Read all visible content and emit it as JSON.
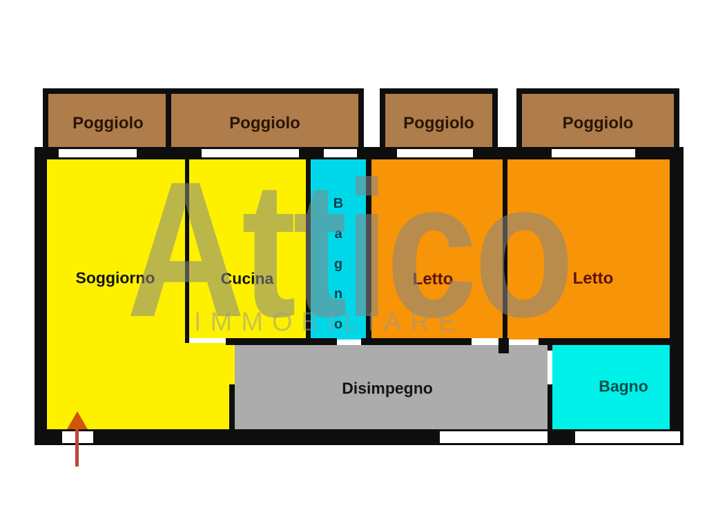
{
  "watermark": {
    "brand": "Attico",
    "subtitle": "IMMOBILIARE"
  },
  "balconies": [
    {
      "label": "Poggiolo"
    },
    {
      "label": "Poggiolo"
    },
    {
      "label": "Poggiolo"
    },
    {
      "label": "Poggiolo"
    }
  ],
  "rooms": {
    "soggiorno": {
      "label": "Soggiorno"
    },
    "cucina": {
      "label": "Cucina"
    },
    "bagno_corridoio": {
      "letters": [
        "B",
        "a",
        "g",
        "n",
        "o"
      ]
    },
    "letto_1": {
      "label": "Letto"
    },
    "letto_2": {
      "label": "Letto"
    },
    "disimpegno": {
      "label": "Disimpegno"
    },
    "bagno": {
      "label": "Bagno"
    }
  },
  "palette": {
    "wall": "#0e0e0e",
    "balcony_fill": "#ae7d4b",
    "living_fill": "#fdf100",
    "corridor_bath_fill": "#00d8ea",
    "bath_fill": "#00f0ea",
    "bedroom_fill": "#f79408",
    "hallway_fill": "#acacac",
    "balcony_label": "#2b1504",
    "room_label": "#151515",
    "bedroom_label": "#5b140c",
    "bath_label": "#0b4f48",
    "bath_letters": "#123f47",
    "arrow_head": "#d3540a",
    "arrow_shaft": "#bf4433",
    "watermark_main": "rgba(133,133,133,0.55)",
    "watermark_sub": "rgba(150,150,150,0.50)"
  }
}
